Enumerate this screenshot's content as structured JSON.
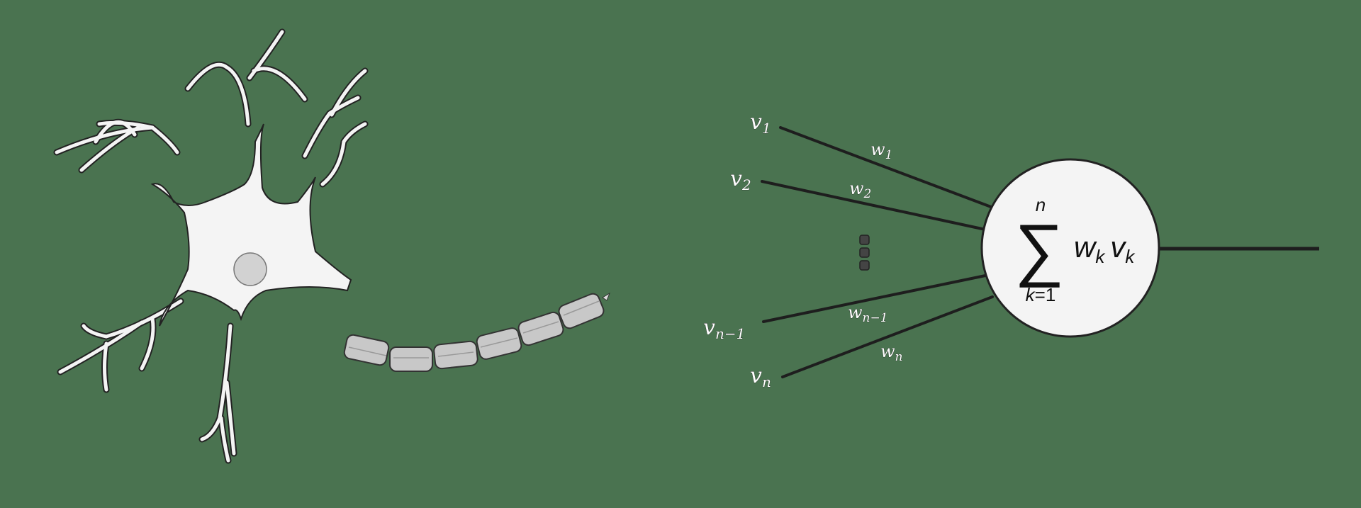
{
  "biological_neuron": {
    "parts": [
      "dendrites",
      "cell-body",
      "nucleus",
      "axon",
      "myelin-sheath-segments"
    ],
    "myelin_segment_count": 6
  },
  "artificial_neuron": {
    "inputs": [
      {
        "input_label": "v",
        "input_sub": "1",
        "weight_label": "w",
        "weight_sub": "1"
      },
      {
        "input_label": "v",
        "input_sub": "2",
        "weight_label": "w",
        "weight_sub": "2"
      },
      {
        "input_label": "v",
        "input_sub": "n−1",
        "weight_label": "w",
        "weight_sub": "n−1"
      },
      {
        "input_label": "v",
        "input_sub": "n",
        "weight_label": "w",
        "weight_sub": "n"
      }
    ],
    "ellipsis": "⋮",
    "formula": {
      "sigma": "∑",
      "upper": "n",
      "lower_var": "k",
      "lower_eq": "=1",
      "term_w": "w",
      "term_w_sub": "k",
      "term_v": "v",
      "term_v_sub": "k"
    }
  },
  "colors": {
    "background": "#4a7350",
    "cell_fill": "#f4f4f4",
    "outline": "#222222",
    "nucleus": "#d2d2d2",
    "myelin": "#c8c8c8"
  }
}
